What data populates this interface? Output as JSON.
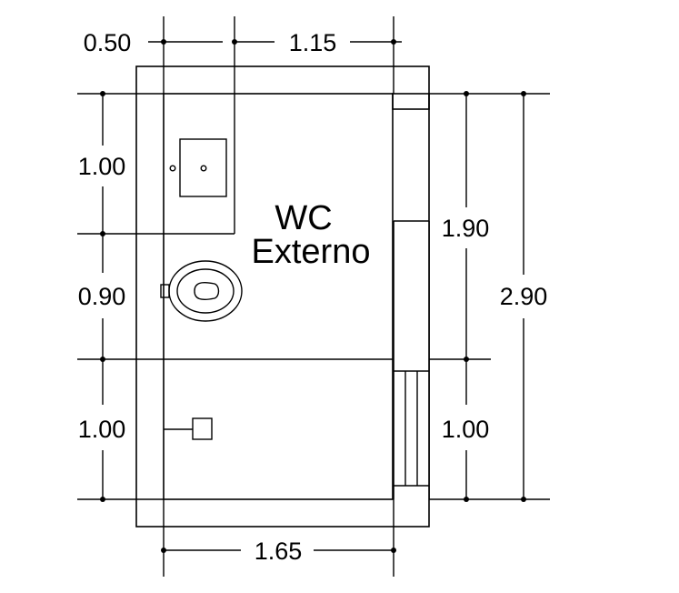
{
  "room": {
    "name_line1": "WC",
    "name_line2": "Externo"
  },
  "dimensions": {
    "top_left": "0.50",
    "top_right": "1.15",
    "left_top": "1.00",
    "left_middle": "0.90",
    "left_bottom": "1.00",
    "right_upper": "1.90",
    "right_lower": "1.00",
    "right_total": "2.90",
    "bottom": "1.65"
  },
  "fixtures": [
    "sink",
    "toilet",
    "shower-drain",
    "door"
  ]
}
